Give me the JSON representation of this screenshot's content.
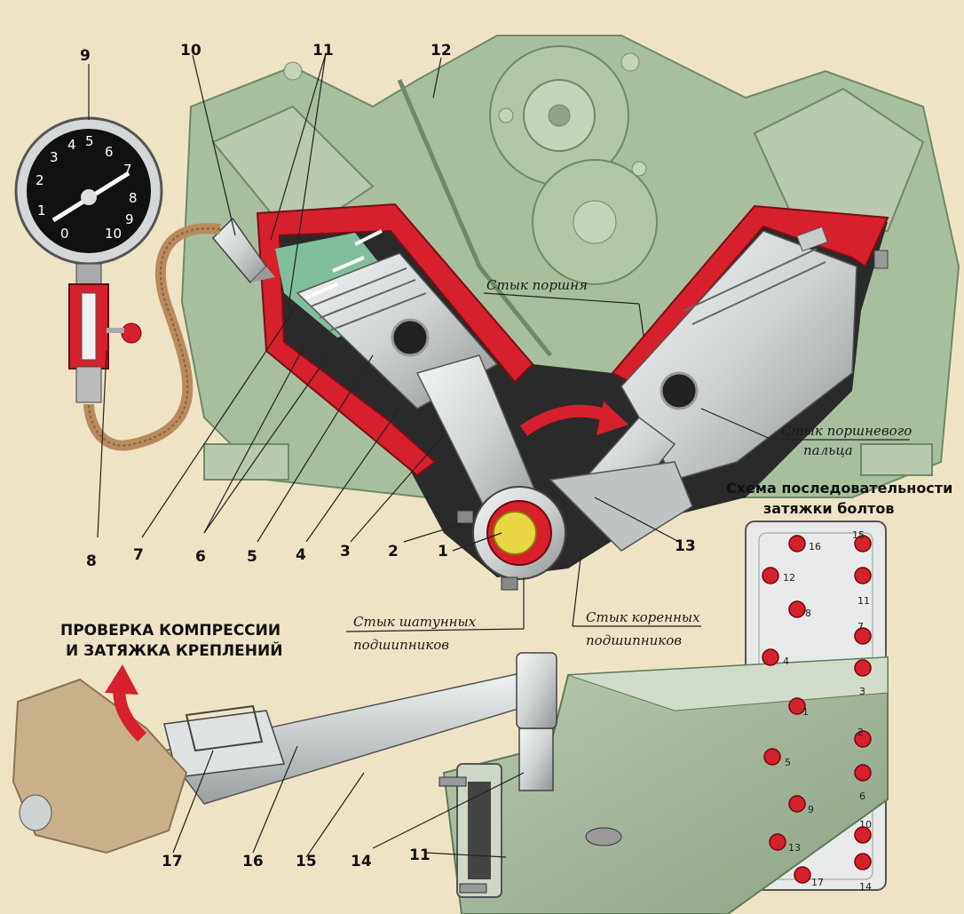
{
  "title": {
    "line1": "ПРОВЕРКА КОМПРЕССИИ",
    "line2": "И ЗАТЯЖКА КРЕПЛЕНИЙ"
  },
  "scheme": {
    "line1": "Схема последовательности",
    "line2": "затяжки болтов",
    "bolts": [
      "1",
      "2",
      "3",
      "4",
      "5",
      "6",
      "7",
      "8",
      "9",
      "10",
      "11",
      "12",
      "13",
      "14",
      "15",
      "16",
      "17"
    ]
  },
  "captions": {
    "piston_joint": "Стык поршня",
    "pin_joint_1": "Стык поршневого",
    "pin_joint_2": "пальца",
    "rod_bearing_1": "Стык шатунных",
    "rod_bearing_2": "подшипников",
    "main_bearing_1": "Стык коренных",
    "main_bearing_2": "подшипников"
  },
  "callouts": [
    "1",
    "2",
    "3",
    "4",
    "5",
    "6",
    "7",
    "8",
    "9",
    "10",
    "11",
    "12",
    "13",
    "14",
    "15",
    "16",
    "17",
    "11"
  ],
  "gauge": {
    "scale": [
      "0",
      "1",
      "2",
      "3",
      "4",
      "5",
      "6",
      "7",
      "8",
      "9",
      "10"
    ]
  },
  "colors": {
    "engine": "#a7bf9e",
    "section": "#d6202b",
    "metal": "#d9dcdc",
    "background": "#efe3c6"
  }
}
